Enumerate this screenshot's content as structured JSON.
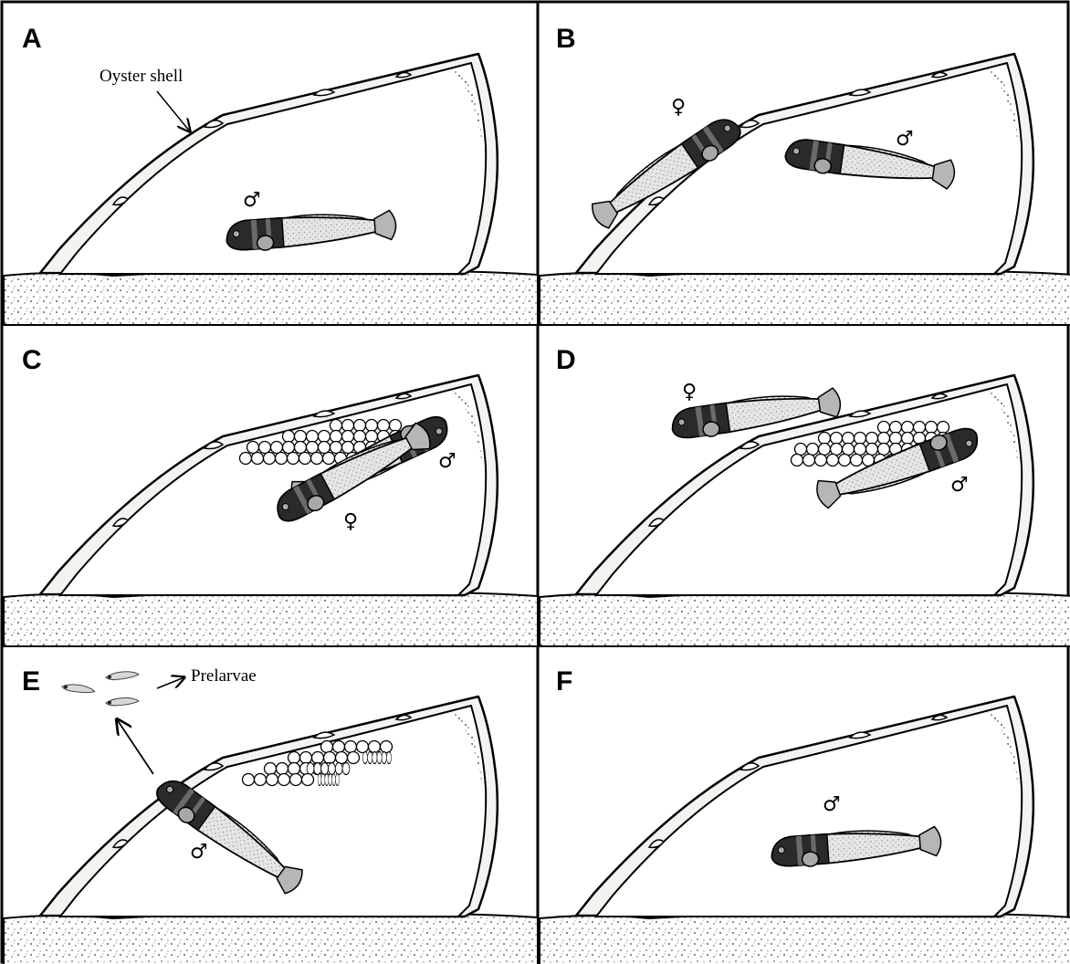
{
  "panels": [
    {
      "id": "A",
      "label": "A",
      "annotation": "Oyster shell",
      "symbols": [
        "♂"
      ]
    },
    {
      "id": "B",
      "label": "B",
      "symbols": [
        "♀",
        "♂"
      ]
    },
    {
      "id": "C",
      "label": "C",
      "symbols": [
        "♂",
        "♀"
      ]
    },
    {
      "id": "D",
      "label": "D",
      "symbols": [
        "♀",
        "♂"
      ]
    },
    {
      "id": "E",
      "label": "E",
      "annotation": "Prelarvae",
      "symbols": [
        "♂"
      ]
    },
    {
      "id": "F",
      "label": "F",
      "symbols": [
        "♂"
      ]
    }
  ],
  "icons": {
    "shell": "oyster-shell-icon",
    "fish": "goby-fish-icon",
    "egg": "egg-icon",
    "larva": "prelarva-icon",
    "arrow": "arrow-icon"
  }
}
